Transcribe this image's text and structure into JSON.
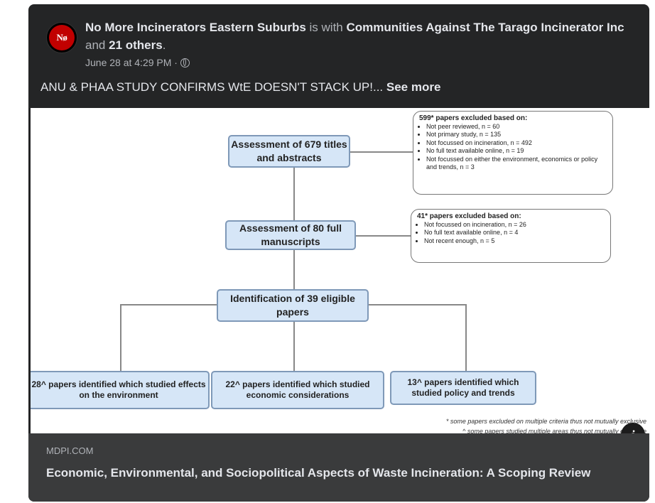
{
  "post": {
    "author": "No More Incinerators Eastern Suburbs",
    "with_word": "is with",
    "tagged": "Communities Against The Tarago Incinerator Inc",
    "and_word": "and",
    "others": "21 others",
    "period": ".",
    "timestamp": "June 28 at 4:29 PM ·",
    "avatar_text": "Nø",
    "text": "ANU & PHAA STUDY CONFIRMS WtE DOESN'T STACK UP!...",
    "see_more": "See more"
  },
  "diagram": {
    "box1": "Assessment of 679 titles and abstracts",
    "box2": "Assessment of 80 full manuscripts",
    "box3": "Identification of 39 eligible papers",
    "box4": "28^ papers identified which studied effects on the environment",
    "box5": "22^ papers identified which studied economic considerations",
    "box6": "13^ papers identified which studied policy and trends",
    "excl1_title": "599* papers excluded based on:",
    "excl1_items": [
      "Not peer reviewed, n = 60",
      "Not primary study, n = 135",
      "Not focussed on incineration, n = 492",
      "No full text available online, n = 19",
      "Not focussed on either the environment, economics or policy and trends, n = 3"
    ],
    "excl2_title": "41* papers excluded based on:",
    "excl2_items": [
      "Not focussed on incineration, n = 26",
      "No full text available online, n = 4",
      "Not recent enough, n = 5"
    ],
    "footnote1": "* some papers excluded on multiple criteria thus not mutually exclusive",
    "footnote2": "^ some papers studied multiple areas thus not mutually exclusive"
  },
  "link": {
    "domain": "MDPI.COM",
    "title": "Economic, Environmental, and Sociopolitical Aspects of Waste Incineration: A Scoping Review",
    "info_glyph": "i"
  },
  "colors": {
    "card_bg": "#242526",
    "footer_bg": "#3a3b3c",
    "box_fill": "#d6e6f7",
    "box_border": "#7f99b8"
  }
}
